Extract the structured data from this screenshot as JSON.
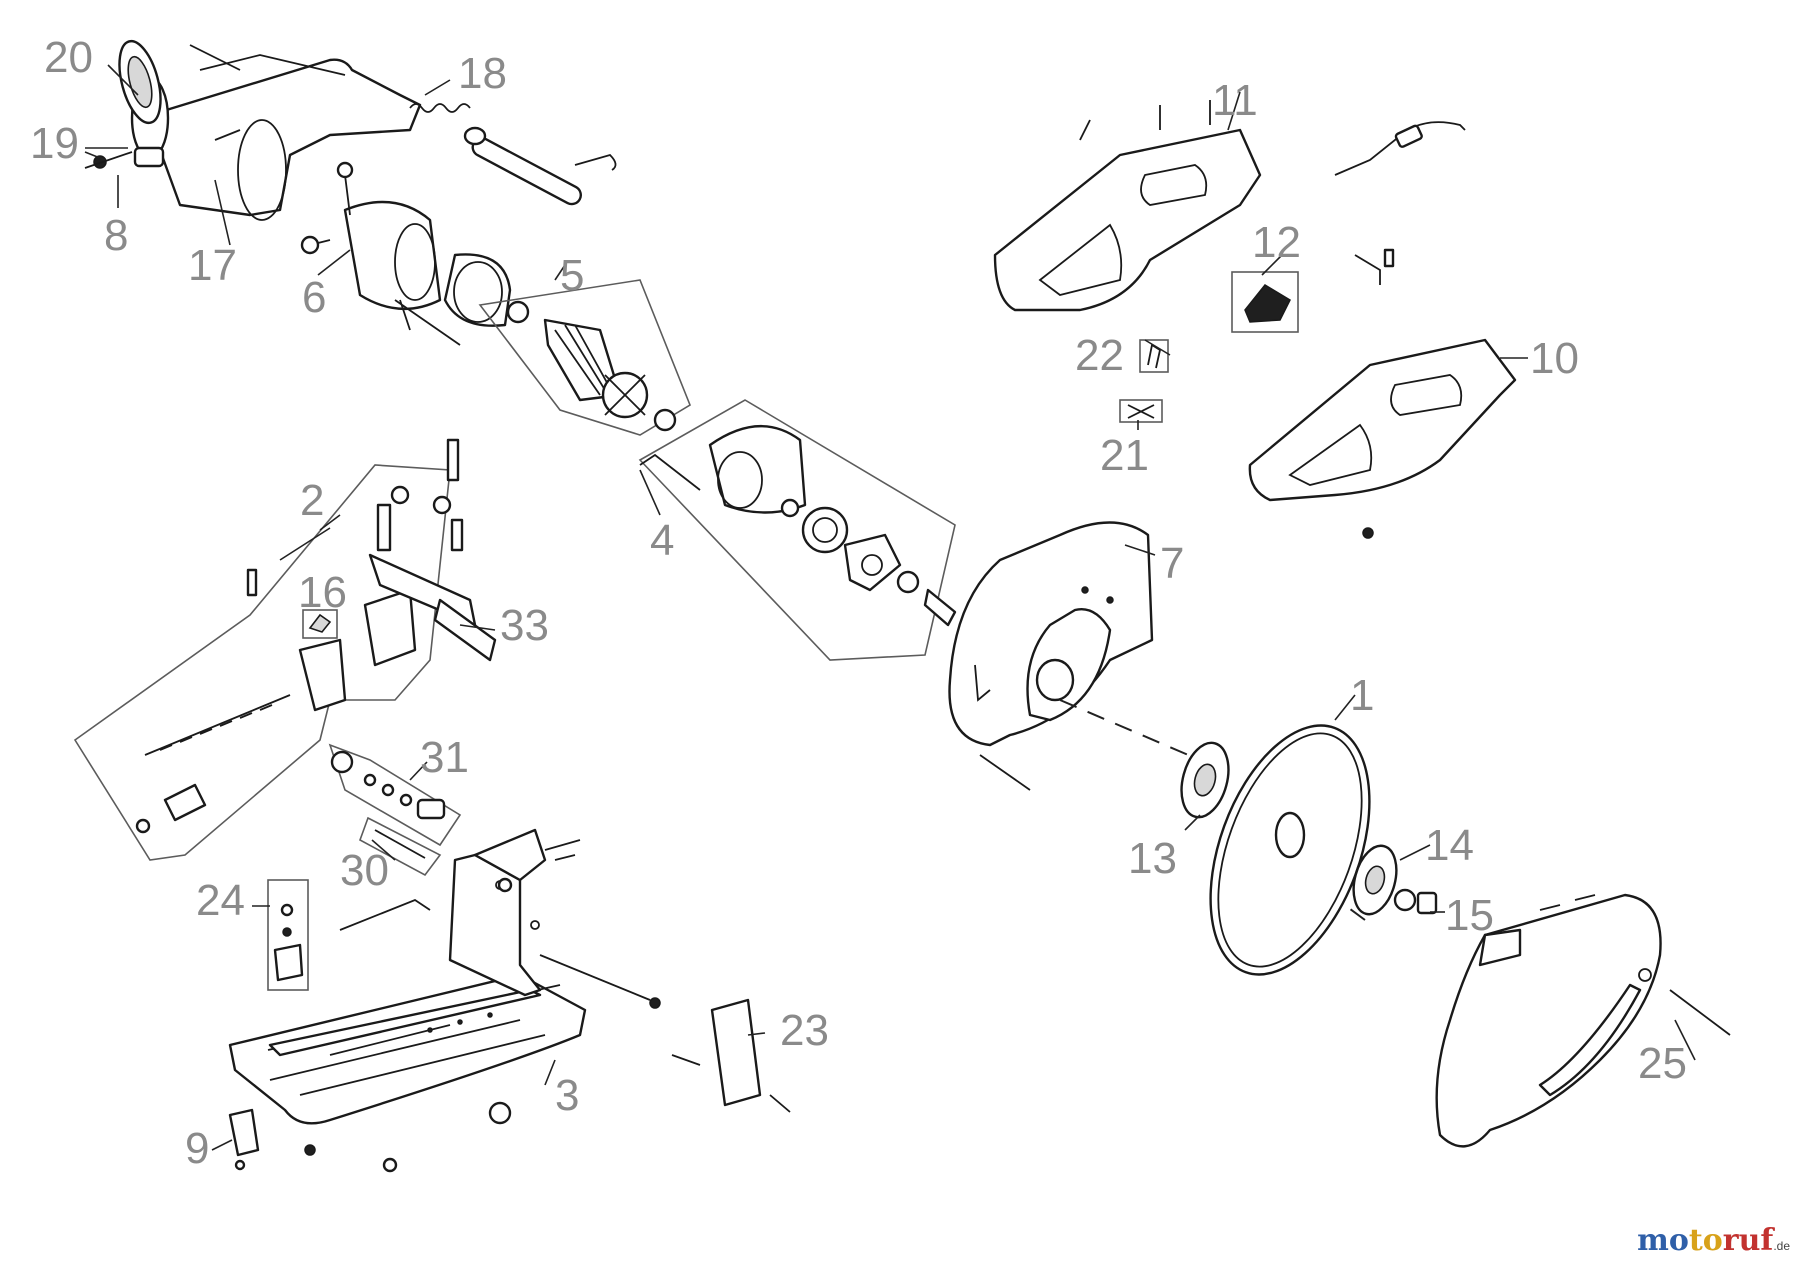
{
  "callouts": {
    "c1": "1",
    "c2": "2",
    "c3": "3",
    "c4": "4",
    "c5": "5",
    "c6": "6",
    "c7": "7",
    "c8": "8",
    "c9": "9",
    "c10": "10",
    "c11": "11",
    "c12": "12",
    "c13": "13",
    "c14": "14",
    "c15": "15",
    "c16": "16",
    "c17": "17",
    "c18": "18",
    "c19": "19",
    "c20": "20",
    "c21": "21",
    "c22": "22",
    "c23": "23",
    "c24": "24",
    "c25": "25",
    "c30": "30",
    "c31": "31",
    "c33": "33"
  },
  "watermark": {
    "brand_m": "mo",
    "brand_o": "to",
    "brand_r": "ruf",
    "suffix": ".de"
  },
  "colors": {
    "callout": "#8a8a8a",
    "line": "#1a1a1a",
    "brand_blue": "#2f5fa8",
    "brand_yellow": "#d8a21a",
    "brand_red": "#c2322f"
  }
}
